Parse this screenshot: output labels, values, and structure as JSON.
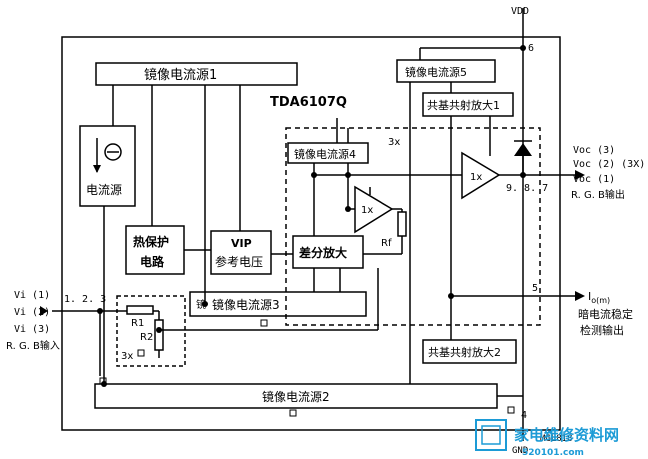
{
  "chip_name": "TDA6107Q",
  "blocks": {
    "mirror1": "镜像电流源1",
    "mirror2": "镜像电流源2",
    "mirror3": "镜像电流源3",
    "mirror3_prefix": "镜",
    "mirror4": "镜像电流源4",
    "mirror5": "镜像电流源5",
    "current_source": "电流源",
    "thermal_l1": "热保护",
    "thermal_l2": "电路",
    "vip_l1": "VIP",
    "vip_l2": "参考电压",
    "diff_amp": "差分放大",
    "cb_amp1": "共基共射放大1",
    "cb_amp2": "共基共射放大2",
    "buffer_gain": "1x",
    "inner_buffer": "1x"
  },
  "labels": {
    "vdd": "VDD",
    "pin6": "6",
    "pin5": "5",
    "pin4": "4",
    "pins_out": "9. 8. 7",
    "pins_in": "1. 2. 3",
    "x3_top": "3x",
    "x3_bottom": "3x",
    "r1": "R1",
    "r2": "R2",
    "rf": "Rf",
    "vi1": "Vi (1)",
    "vi2": "Vi (2)",
    "vi3": "Vi (3)",
    "rgb_in": "R. G. B输入",
    "voc3": "Voc (3)",
    "voc2": "Voc (2)  (3X)",
    "voc1": "Voc (1)",
    "rgb_out": "R. G. B输出",
    "io": "I",
    "io_sub": "o(m)",
    "detect_l1": "暗电流稳定",
    "detect_l2": "检测输出",
    "gnd": "GND",
    "figure_code": "MGL818"
  },
  "watermark": {
    "text": "家电维修资料网",
    "url": "520101.com"
  }
}
